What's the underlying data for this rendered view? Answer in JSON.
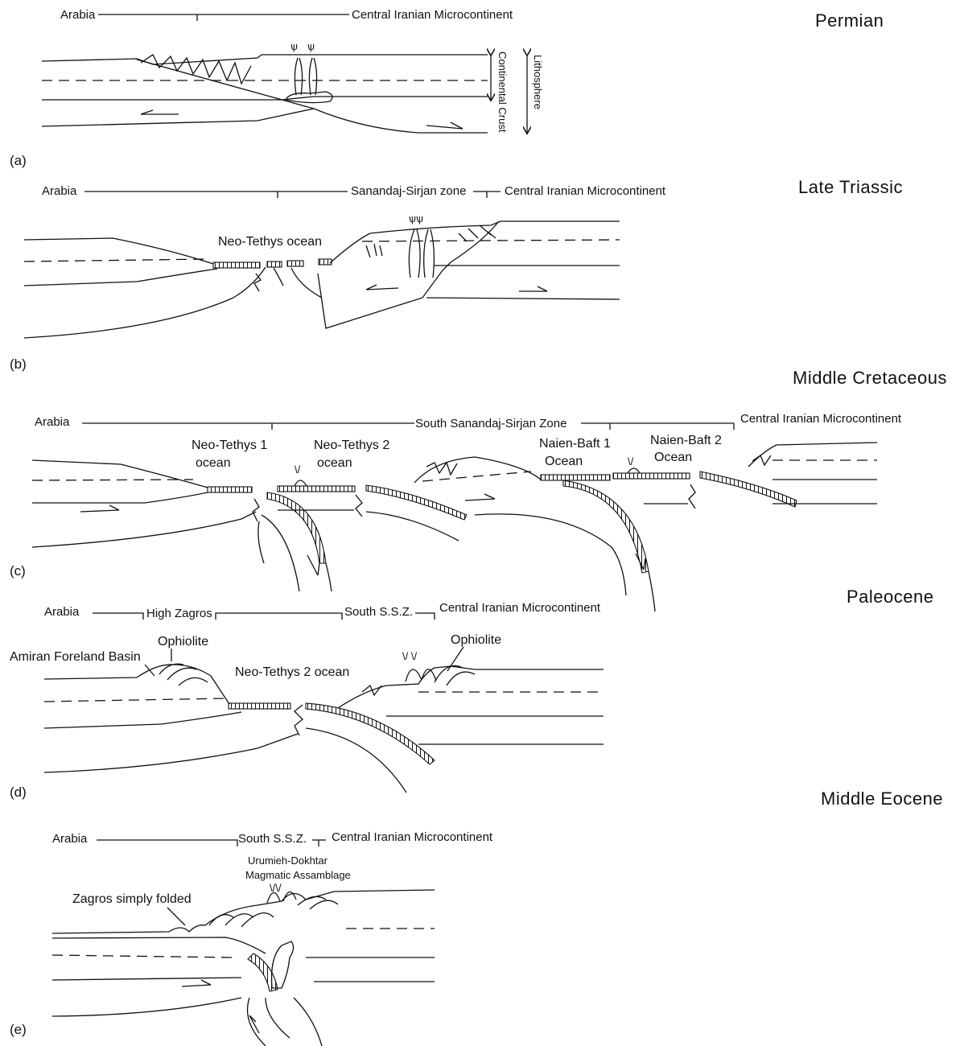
{
  "panels": [
    {
      "id": "(a)",
      "period": "Permian",
      "zones": [
        "Arabia",
        "Central Iranian Microcontinent"
      ],
      "annotations": [
        "Continental Crust",
        "Lithosphere"
      ]
    },
    {
      "id": "(b)",
      "period": "Late Triassic",
      "zones": [
        "Arabia",
        "Sanandaj-Sirjan zone",
        "Central Iranian Microcontinent"
      ],
      "annotations": [
        "Neo-Tethys ocean"
      ]
    },
    {
      "id": "(c)",
      "period": "Middle Cretaceous",
      "zones": [
        "Arabia",
        "South Sanandaj-Sirjan Zone",
        "Central Iranian Microcontinent"
      ],
      "annotations": [
        "Neo-Tethys 1",
        "ocean",
        "Neo-Tethys 2",
        "ocean",
        "Naien-Baft 1",
        "Ocean",
        "Naien-Baft 2",
        "Ocean"
      ]
    },
    {
      "id": "(d)",
      "period": "Paleocene",
      "zones": [
        "Arabia",
        "High Zagros",
        "South S.S.Z.",
        "Central Iranian Microcontinent"
      ],
      "annotations": [
        "Amiran Foreland Basin",
        "Ophiolite",
        "Neo-Tethys 2 ocean",
        "Ophiolite"
      ]
    },
    {
      "id": "(e)",
      "period": "Middle Eocene",
      "zones": [
        "Arabia",
        "South S.S.Z.",
        "Central Iranian Microcontinent"
      ],
      "annotations": [
        "Urumieh-Dokhtar",
        "Magmatic Assamblage",
        "Zagros simply folded"
      ]
    }
  ]
}
